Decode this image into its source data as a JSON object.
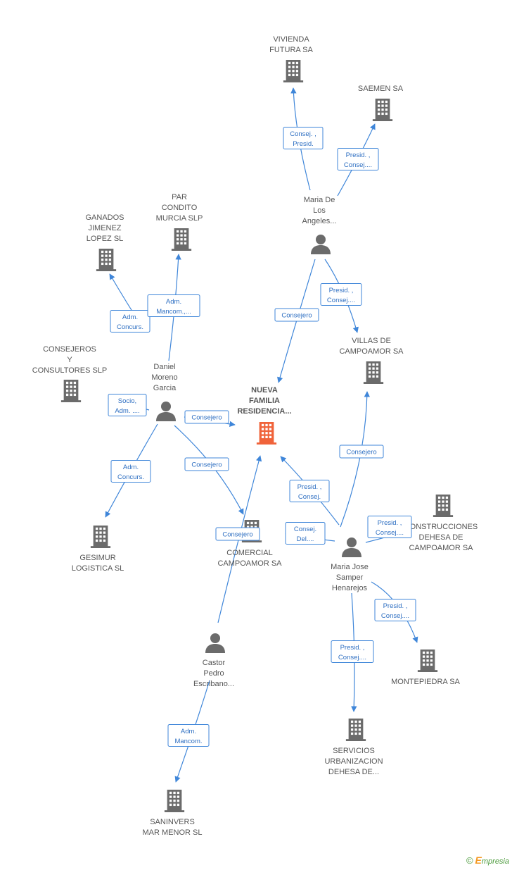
{
  "nodes": [
    {
      "id": "nueva",
      "kind": "company",
      "main": true,
      "lines": [
        "NUEVA",
        "FAMILIA",
        "RESIDENCIA..."
      ]
    },
    {
      "id": "vivienda",
      "kind": "company",
      "lines": [
        "VIVIENDA",
        "FUTURA SA"
      ]
    },
    {
      "id": "saemen",
      "kind": "company",
      "lines": [
        "SAEMEN SA"
      ]
    },
    {
      "id": "maria_angeles",
      "kind": "person",
      "lines": [
        "Maria De",
        "Los",
        "Angeles..."
      ]
    },
    {
      "id": "par_condito",
      "kind": "company",
      "lines": [
        "PAR",
        "CONDITO",
        "MURCIA SLP"
      ]
    },
    {
      "id": "ganados",
      "kind": "company",
      "lines": [
        "GANADOS",
        "JIMENEZ",
        "LOPEZ SL"
      ]
    },
    {
      "id": "consejeros",
      "kind": "company",
      "lines": [
        "CONSEJEROS",
        "Y",
        "CONSULTORES SLP"
      ]
    },
    {
      "id": "daniel",
      "kind": "person",
      "lines": [
        "Daniel",
        "Moreno",
        "Garcia"
      ]
    },
    {
      "id": "villas",
      "kind": "company",
      "lines": [
        "VILLAS DE",
        "CAMPOAMOR SA"
      ]
    },
    {
      "id": "gesimur",
      "kind": "company",
      "lines": [
        "GESIMUR",
        "LOGISTICA SL"
      ]
    },
    {
      "id": "comercial",
      "kind": "company",
      "lines": [
        "COMERCIAL",
        "CAMPOAMOR SA"
      ]
    },
    {
      "id": "construcciones",
      "kind": "company",
      "lines": [
        "CONSTRUCCIONES",
        "DEHESA DE",
        "CAMPOAMOR SA"
      ]
    },
    {
      "id": "maria_jose",
      "kind": "person",
      "lines": [
        "Maria Jose",
        "Samper",
        "Henarejos"
      ]
    },
    {
      "id": "castor",
      "kind": "person",
      "lines": [
        "Castor",
        "Pedro",
        "Escribano..."
      ]
    },
    {
      "id": "montepiedra",
      "kind": "company",
      "lines": [
        "MONTEPIEDRA SA"
      ]
    },
    {
      "id": "servicios",
      "kind": "company",
      "lines": [
        "SERVICIOS",
        "URBANIZACION",
        "DEHESA DE..."
      ]
    },
    {
      "id": "saninvers",
      "kind": "company",
      "lines": [
        "SANINVERS",
        "MAR MENOR SL"
      ]
    }
  ],
  "edges": [
    {
      "from": "maria_angeles",
      "to": "vivienda",
      "label": [
        "Consej. ,",
        "Presid."
      ]
    },
    {
      "from": "maria_angeles",
      "to": "saemen",
      "label": [
        "Presid. ,",
        "Consej...."
      ]
    },
    {
      "from": "maria_angeles",
      "to": "nueva",
      "label": [
        "Consejero"
      ]
    },
    {
      "from": "maria_angeles",
      "to": "villas",
      "label": [
        "Presid. ,",
        "Consej...."
      ]
    },
    {
      "from": "daniel",
      "to": "ganados",
      "label": [
        "Adm.",
        "Concurs."
      ]
    },
    {
      "from": "daniel",
      "to": "par_condito",
      "label": [
        "Adm.",
        "Mancom.,..."
      ]
    },
    {
      "from": "daniel",
      "to": "consejeros",
      "label": [
        "Socio,",
        "Adm. ...."
      ]
    },
    {
      "from": "daniel",
      "to": "nueva",
      "label": [
        "Consejero"
      ]
    },
    {
      "from": "daniel",
      "to": "gesimur",
      "label": [
        "Adm.",
        "Concurs."
      ]
    },
    {
      "from": "daniel",
      "to": "comercial",
      "label": [
        "Consejero"
      ]
    },
    {
      "from": "maria_jose",
      "to": "villas",
      "label": [
        "Consejero"
      ]
    },
    {
      "from": "maria_jose",
      "to": "nueva",
      "label": [
        "Presid. ,",
        "Consej."
      ]
    },
    {
      "from": "maria_jose",
      "to": "comercial",
      "label": [
        "Consej.",
        "Del...."
      ]
    },
    {
      "from": "maria_jose",
      "to": "construcciones",
      "label": [
        "Presid. ,",
        "Consej...."
      ]
    },
    {
      "from": "maria_jose",
      "to": "montepiedra",
      "label": [
        "Presid. ,",
        "Consej...."
      ]
    },
    {
      "from": "maria_jose",
      "to": "servicios",
      "label": [
        "Presid. ,",
        "Consej...."
      ]
    },
    {
      "from": "castor",
      "to": "nueva",
      "label": [
        "Consejero"
      ]
    },
    {
      "from": "castor",
      "to": "saninvers",
      "label": [
        "Adm.",
        "Mancom."
      ]
    }
  ],
  "colors": {
    "edge": "#3f86d9",
    "company_icon": "#6b6b6b",
    "main_icon": "#f0633a",
    "person_icon": "#6b6b6b",
    "text": "#555555"
  },
  "footer": {
    "copyright": "©",
    "brand_first": "E",
    "brand_rest": "mpresia"
  }
}
